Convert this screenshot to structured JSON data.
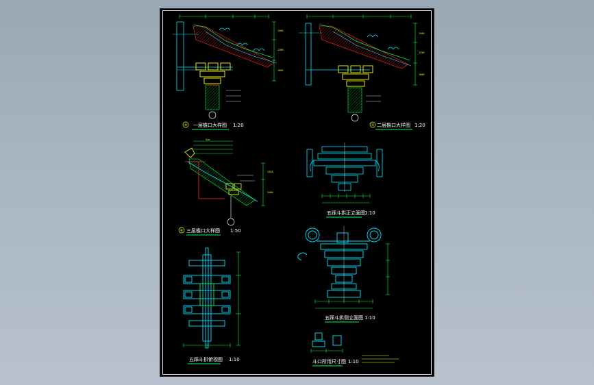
{
  "drawing": {
    "colors": {
      "background": "#000000",
      "frame": "#e6e6e6",
      "cyan": "#00e5ff",
      "green": "#00ff44",
      "yellow": "#ffff00",
      "red": "#ff2a2a",
      "white": "#ffffff"
    },
    "details": [
      {
        "marker": "⑤",
        "caption": "一层檐口大样图",
        "scale": "1:20"
      },
      {
        "marker": "④",
        "caption": "二层檐口大样图",
        "scale": "1:20"
      },
      {
        "marker": "⑥",
        "caption": "三层檐口大样图",
        "scale": "1:50"
      },
      {
        "marker": "",
        "caption": "五踩斗拱正立面图",
        "scale": "1:10"
      },
      {
        "marker": "",
        "caption": "五踩斗拱侧立面图",
        "scale": "1:10"
      },
      {
        "marker": "",
        "caption": "五踩斗拱俯视图",
        "scale": "1:10"
      },
      {
        "marker": "",
        "caption": "斗口所用尺寸图",
        "scale": "1:10"
      }
    ]
  }
}
